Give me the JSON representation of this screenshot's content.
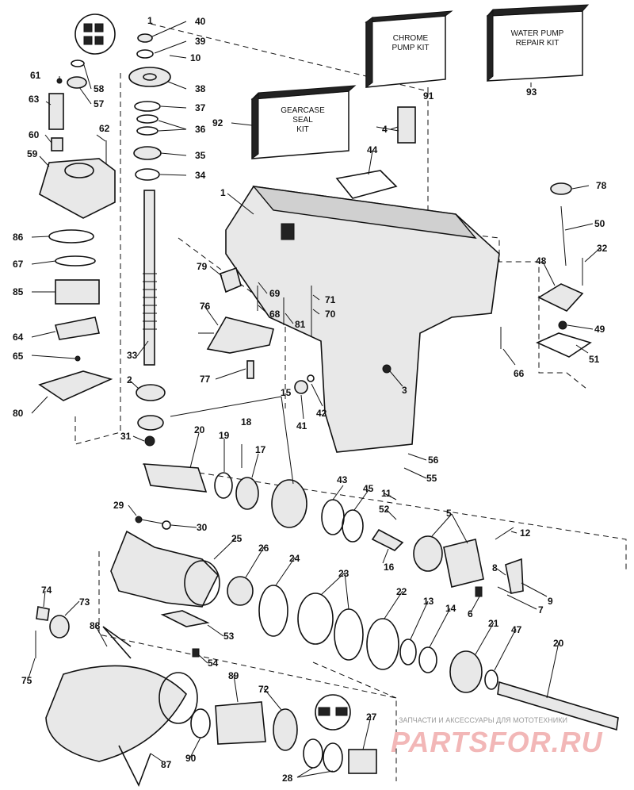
{
  "boxes": {
    "kit91": [
      "CHROME",
      "PUMP KIT"
    ],
    "kit93": [
      "WATER PUMP",
      "REPAIR KIT"
    ],
    "kit92": [
      "GEARCASE",
      "SEAL",
      "KIT"
    ]
  },
  "watermark": {
    "caption": "ЗАПЧАСТИ И АКСЕССУАРЫ ДЛЯ МОТОТЕХНИКИ",
    "brand": "PARTSFOR.RU"
  },
  "callouts": {
    "c1a": "1",
    "c1b": "1",
    "c2": "2",
    "c3": "3",
    "c4": "4",
    "c5": "5",
    "c6": "6",
    "c7": "7",
    "c8": "8",
    "c9": "9",
    "c10": "10",
    "c11": "11",
    "c12": "12",
    "c13": "13",
    "c14": "14",
    "c15": "15",
    "c16": "16",
    "c17": "17",
    "c18": "18",
    "c19": "19",
    "c20a": "20",
    "c20b": "20",
    "c21": "21",
    "c22": "22",
    "c23": "23",
    "c24": "24",
    "c25": "25",
    "c26": "26",
    "c27": "27",
    "c28": "28",
    "c29": "29",
    "c30": "30",
    "c31": "31",
    "c32": "32",
    "c33": "33",
    "c34": "34",
    "c35": "35",
    "c36": "36",
    "c37": "37",
    "c38": "38",
    "c39": "39",
    "c40": "40",
    "c41": "41",
    "c42": "42",
    "c43": "43",
    "c44": "44",
    "c45": "45",
    "c47": "47",
    "c48": "48",
    "c49": "49",
    "c50": "50",
    "c51": "51",
    "c52": "52",
    "c53": "53",
    "c54": "54",
    "c55": "55",
    "c56": "56",
    "c57": "57",
    "c58": "58",
    "c59": "59",
    "c60": "60",
    "c61": "61",
    "c62": "62",
    "c63": "63",
    "c64": "64",
    "c65": "65",
    "c66": "66",
    "c67": "67",
    "c68": "68",
    "c69": "69",
    "c70": "70",
    "c71": "71",
    "c72": "72",
    "c73": "73",
    "c74": "74",
    "c75": "75",
    "c76": "76",
    "c77": "77",
    "c78": "78",
    "c79": "79",
    "c80": "80",
    "c81": "81",
    "c85": "85",
    "c86": "86",
    "c87": "87",
    "c88": "88",
    "c89": "89",
    "c90": "90",
    "c91": "91",
    "c92": "92",
    "c93": "93"
  }
}
